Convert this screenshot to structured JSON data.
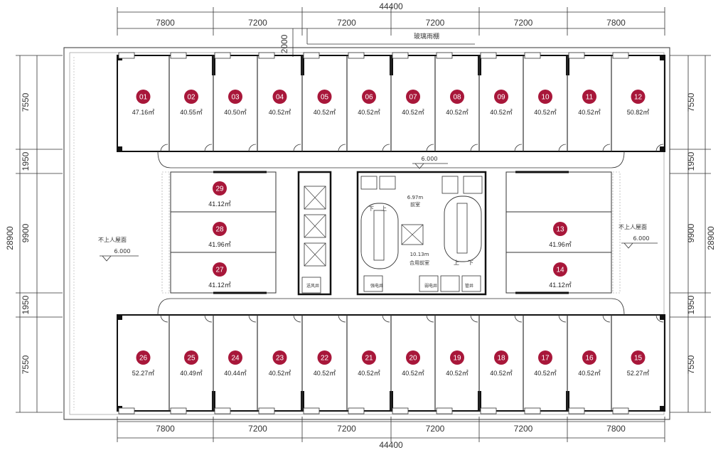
{
  "dimensions": {
    "total_width": "44400",
    "total_depth": "28900",
    "bay_widths": [
      "7800",
      "7200",
      "7200",
      "7200",
      "7200",
      "7800"
    ],
    "left_depths": [
      "7550",
      "1950",
      "9900",
      "1950",
      "7550"
    ],
    "right_depths": [
      "7550",
      "1950",
      "9900",
      "1950",
      "7550"
    ],
    "canopy_offset": "2000"
  },
  "labels": {
    "glass_canopy": "玻璃雨棚",
    "roof_left": "不上人屋面",
    "roof_left_elev": "6.000",
    "roof_right": "不上人屋面",
    "roof_right_elev": "6.000",
    "corridor_elev": "6.000",
    "core_area_top": "6.97m",
    "core_area_bottom": "10.13m",
    "core_room_a": "前室",
    "core_room_b": "合用前室",
    "down": "下",
    "up": "上",
    "elev_room_1": "送风井",
    "elev_room_2": "强电井",
    "elev_room_3": "弱电井",
    "elev_room_4": "管井"
  },
  "colors": {
    "badge": "#a8173a",
    "wall": "#111111",
    "thin": "#333333"
  },
  "units": {
    "top": [
      {
        "no": "01",
        "area": "47.16㎡"
      },
      {
        "no": "02",
        "area": "40.55㎡"
      },
      {
        "no": "03",
        "area": "40.50㎡"
      },
      {
        "no": "04",
        "area": "40.52㎡"
      },
      {
        "no": "05",
        "area": "40.52㎡"
      },
      {
        "no": "06",
        "area": "40.52㎡"
      },
      {
        "no": "07",
        "area": "40.52㎡"
      },
      {
        "no": "08",
        "area": "40.52㎡"
      },
      {
        "no": "09",
        "area": "40.52㎡"
      },
      {
        "no": "10",
        "area": "40.52㎡"
      },
      {
        "no": "11",
        "area": "40.52㎡"
      },
      {
        "no": "12",
        "area": "50.82㎡"
      }
    ],
    "bottom": [
      {
        "no": "26",
        "area": "52.27㎡"
      },
      {
        "no": "25",
        "area": "40.49㎡"
      },
      {
        "no": "24",
        "area": "40.44㎡"
      },
      {
        "no": "23",
        "area": "40.52㎡"
      },
      {
        "no": "22",
        "area": "40.52㎡"
      },
      {
        "no": "21",
        "area": "40.52㎡"
      },
      {
        "no": "20",
        "area": "40.52㎡"
      },
      {
        "no": "19",
        "area": "40.52㎡"
      },
      {
        "no": "18",
        "area": "40.52㎡"
      },
      {
        "no": "17",
        "area": "40.52㎡"
      },
      {
        "no": "16",
        "area": "40.52㎡"
      },
      {
        "no": "15",
        "area": "52.27㎡"
      }
    ],
    "left_middle": [
      {
        "no": "29",
        "area": "41.12㎡"
      },
      {
        "no": "28",
        "area": "41.96㎡"
      },
      {
        "no": "27",
        "area": "41.12㎡"
      }
    ],
    "right_middle": [
      {
        "no": "13",
        "area": "41.96㎡"
      },
      {
        "no": "14",
        "area": "41.12㎡"
      }
    ]
  }
}
